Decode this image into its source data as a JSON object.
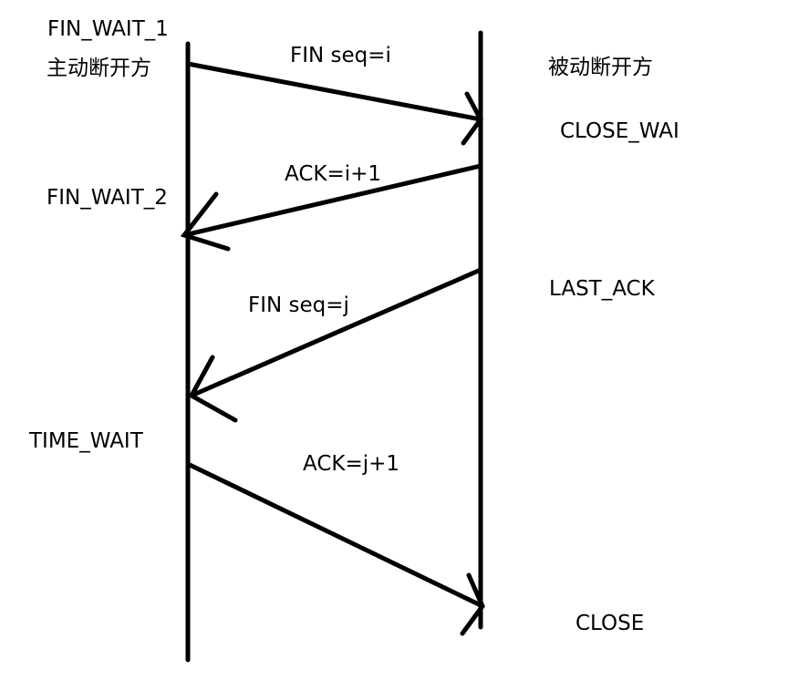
{
  "left_party": {
    "states": [
      {
        "id": "fin_wait_1",
        "text": "FIN_WAIT_1"
      },
      {
        "id": "fin_wait_2",
        "text": "FIN_WAIT_2"
      },
      {
        "id": "time_wait",
        "text": "TIME_WAIT"
      }
    ],
    "role": "主动断开方"
  },
  "right_party": {
    "states": [
      {
        "id": "close_wait",
        "text": "CLOSE_WAI"
      },
      {
        "id": "last_ack",
        "text": "LAST_ACK"
      },
      {
        "id": "close",
        "text": "CLOSE"
      }
    ],
    "role": "被动断开方"
  },
  "messages": [
    {
      "id": "fin_i",
      "text": "FIN seq=i",
      "direction": "left-to-right"
    },
    {
      "id": "ack_i",
      "text": "ACK=i+1",
      "direction": "right-to-left"
    },
    {
      "id": "fin_j",
      "text": "FIN seq=j",
      "direction": "right-to-left"
    },
    {
      "id": "ack_j",
      "text": "ACK=j+1",
      "direction": "left-to-right"
    }
  ],
  "colors": {
    "ink": "#000000",
    "background": "#ffffff"
  }
}
